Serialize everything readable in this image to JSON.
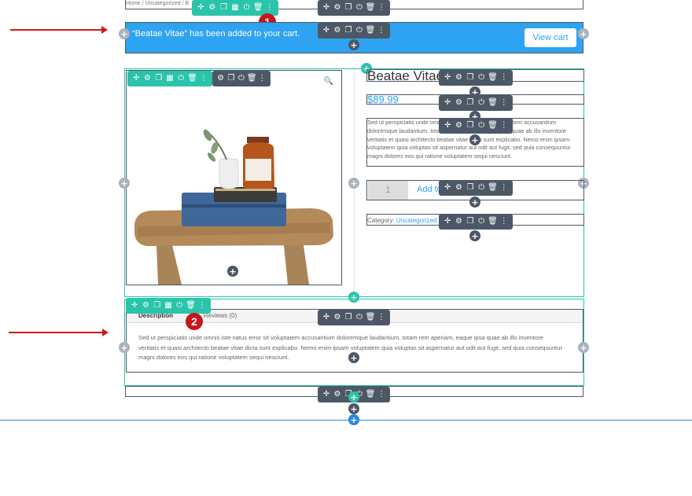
{
  "breadcrumb": {
    "text": "Home / Uncategorized / B"
  },
  "notice": {
    "message": "“Beatae Vitae” has been added to your cart.",
    "view_cart_label": "View cart"
  },
  "product": {
    "title": "Beatae Vitae",
    "price": "$89.99",
    "short_description": "Sed ut perspiciatis unde omnis iste natus error sit voluptatem accusantium doloremque laudantium, totam rem aperiam, eaque ipsa quae ab illo inventore veritatis et quasi architecto beatae vitae dicta sunt explicabo. Nemo enim ipsam voluptatem quia voluptas sit aspernatur aut odit aut fugit, sed quia consequuntur magni dolores eos qui ratione voluptatem sequi nesciunt.",
    "quantity": "1",
    "add_to_cart_label": "Add to cart",
    "category_label": "Category:",
    "category_value": "Uncategorized"
  },
  "tabs": {
    "description_label": "Description",
    "reviews_label": "Reviews (0)",
    "body": "Sed ut perspiciatis unde omnis iste natus error sit voluptatem accusantium doloremque laudantium, totam rem aperiam, eaque ipsa quae ab illo inventore veritatis et quasi architecto beatae vitae dicta sunt explicabo. Nemo enim ipsam voluptatem quia voluptas sit aspernatur aut odit aut fugit, sed quia consequuntur magni dolores eos qui ratione voluptatem sequi nesciunt."
  },
  "badges": {
    "one": "1",
    "two": "2"
  },
  "icons": {
    "move": "✛",
    "settings": "⚙",
    "duplicate": "❐",
    "columns": "▦",
    "power": "⏻",
    "trash": "🗑",
    "more": "⋮",
    "plus": "+",
    "search": "🔍"
  },
  "colors": {
    "teal": "#29c4a9",
    "dark": "#4c5866",
    "notice": "#2ea3f2",
    "arrow": "#d0181b",
    "badge": "#c8141b",
    "add_blue": "#2b87da"
  }
}
